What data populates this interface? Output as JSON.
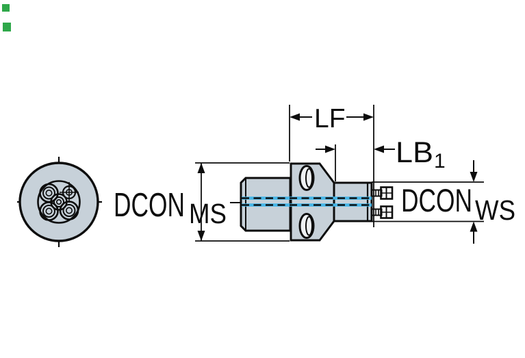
{
  "drawing": {
    "labels": {
      "lf": "LF",
      "lb_base": "LB",
      "lb_sub": "1",
      "dcon_ms_base": "DCON",
      "dcon_ms_sub": "MS",
      "dcon_ws_base": "DCON",
      "dcon_ws_sub": "WS"
    },
    "colors": {
      "background": "#ffffff",
      "outline": "#0d0d0d",
      "body_fill": "#c7d1d9",
      "screw_shank_fill": "#aeb9c1",
      "screw_head_fill": "#cfd6dc",
      "centerline_blue": "#45b6e8",
      "edge_marker_green": "#2fa84a"
    }
  }
}
